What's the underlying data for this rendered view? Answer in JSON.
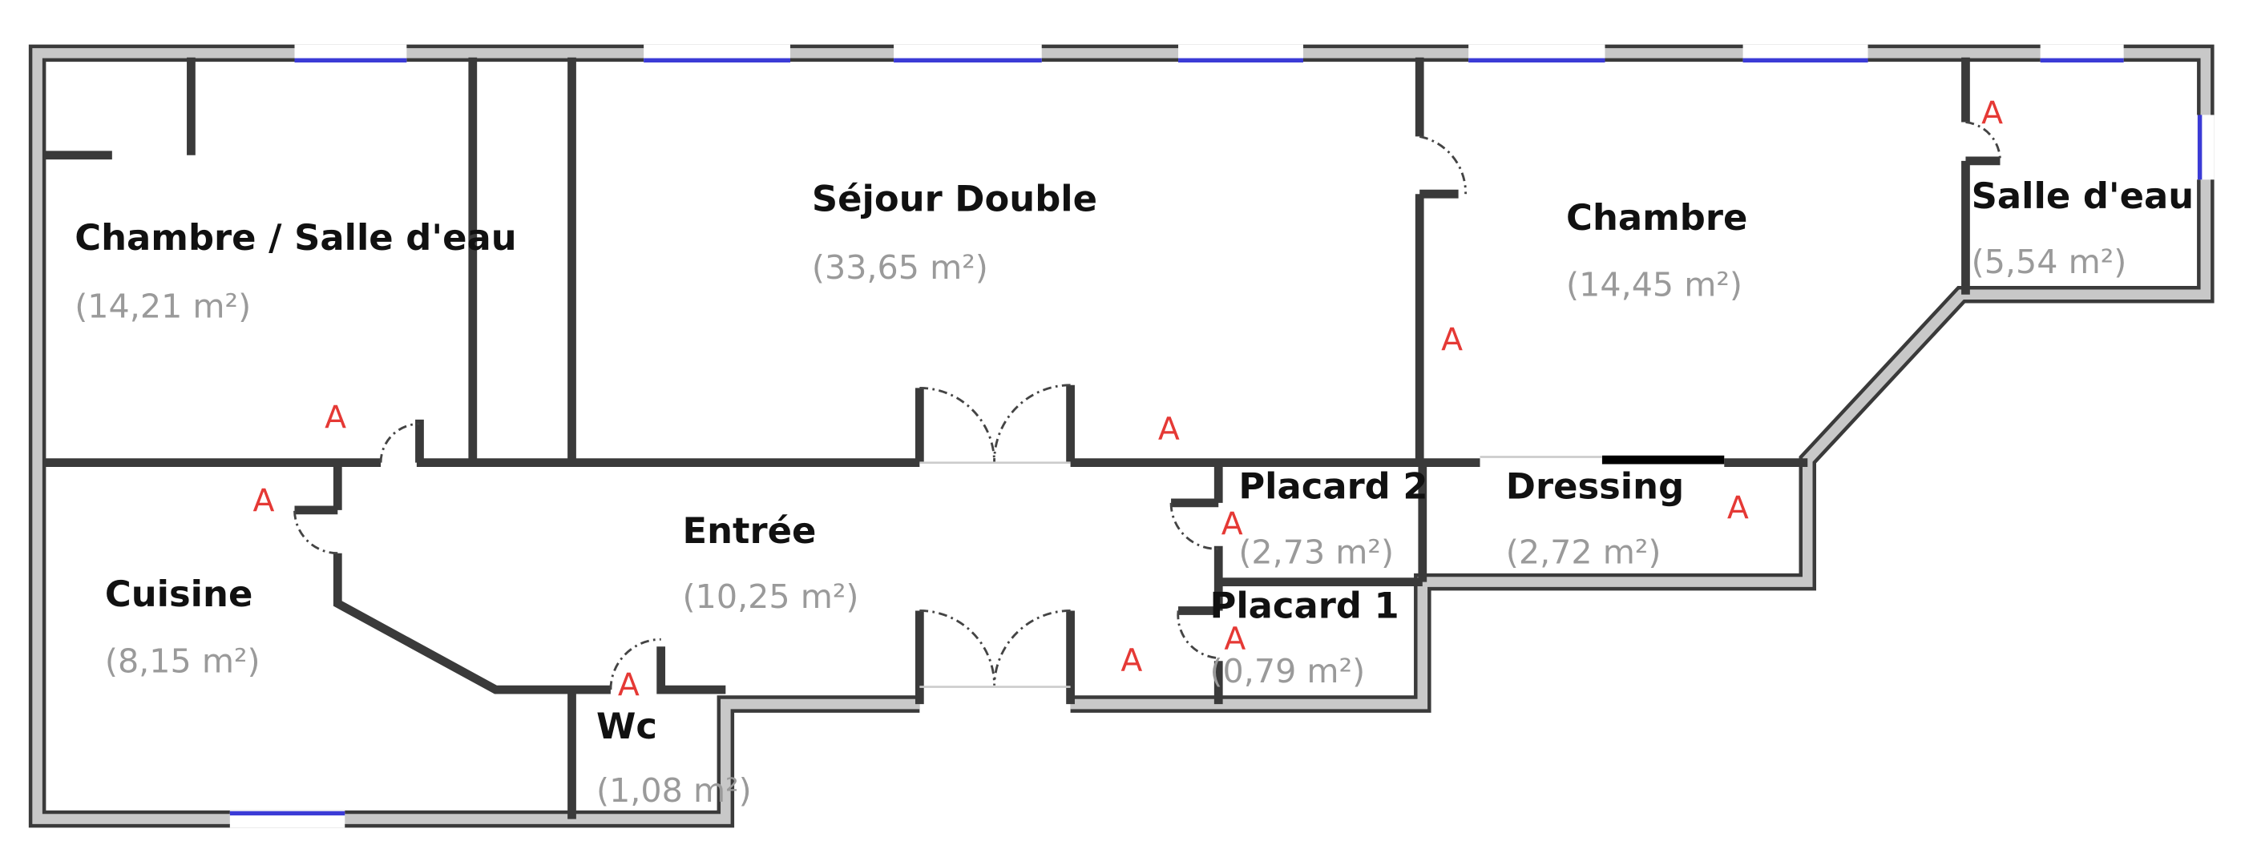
{
  "rooms": [
    {
      "name": "Chambre / Salle d'eau",
      "area": "(14,21 m²)"
    },
    {
      "name": "Séjour Double",
      "area": "(33,65 m²)"
    },
    {
      "name": "Chambre",
      "area": "(14,45 m²)"
    },
    {
      "name": "Salle d'eau",
      "area": "(5,54 m²)"
    },
    {
      "name": "Entrée",
      "area": "(10,25 m²)"
    },
    {
      "name": "Cuisine",
      "area": "(8,15 m²)"
    },
    {
      "name": "Wc",
      "area": "(1,08 m²)"
    },
    {
      "name": "Placard 2",
      "area": "(2,73 m²)"
    },
    {
      "name": "Dressing",
      "area": "(2,72 m²)"
    },
    {
      "name": "Placard 1",
      "area": "(0,79 m²)"
    }
  ],
  "marker_label": "A",
  "colors": {
    "wall": "#3a3a3a",
    "wall_fill": "#c8c8c8",
    "window": "#3b3bd6",
    "marker": "#e53935",
    "area_text": "#9a9a9a"
  }
}
